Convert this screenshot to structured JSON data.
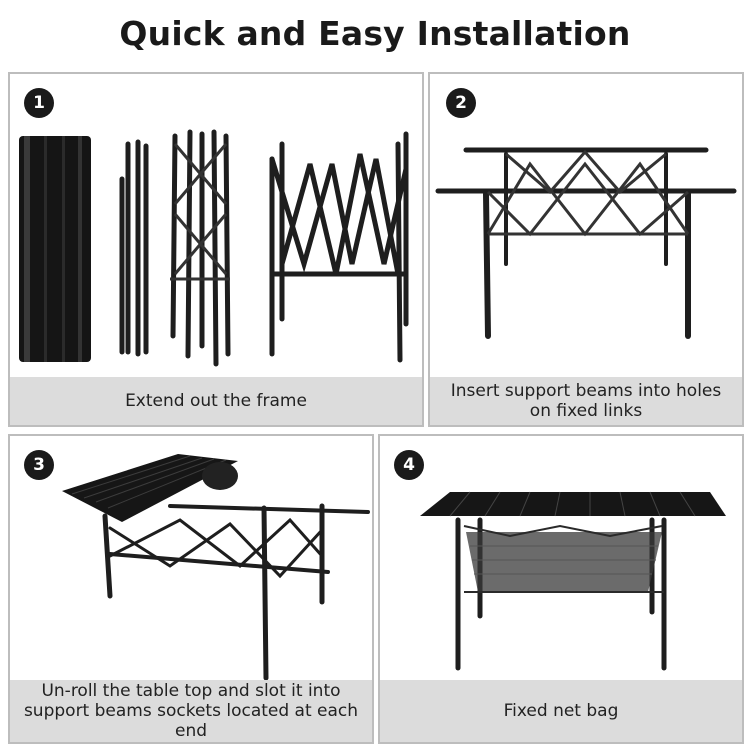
{
  "title": "Quick and Easy Installation",
  "steps": [
    {
      "number": "1",
      "caption": "Extend out the frame"
    },
    {
      "number": "2",
      "caption": "Insert support beams into holes on fixed links"
    },
    {
      "number": "3",
      "caption": "Un-roll the table top and slot it into support beams sockets located at each end"
    },
    {
      "number": "4",
      "caption": "Fixed net bag"
    }
  ],
  "colors": {
    "badge": "#1a1a1a",
    "caption_bg": "#dcdcdc",
    "border": "#bdbdbd",
    "frame": "#2a2a2a"
  }
}
